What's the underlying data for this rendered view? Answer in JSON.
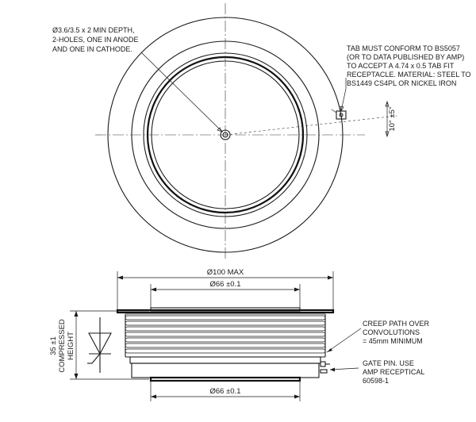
{
  "top_view": {
    "note_holes": [
      "Ø3.6/3.5 x 2 MIN DEPTH,",
      "2-HOLES, ONE IN ANODE",
      "AND ONE IN CATHODE."
    ],
    "note_tab": [
      "TAB MUST CONFORM TO BS5057",
      "(OR TO DATA PUBLISHED BY AMP)",
      "TO ACCEPT A 4.74 x 0.5 TAB FIT",
      "RECEPTACLE. MATERIAL: STEEL TO",
      "BS1449 CS4PL OR NICKEL IRON"
    ],
    "angle_label": "10° ±5°"
  },
  "side_view": {
    "dim_overall": "Ø100 MAX",
    "dim_top_contact": "Ø66 ±0.1",
    "dim_bottom_contact": "Ø66 ±0.1",
    "height_label": [
      "35 ±1",
      "COMPRESSED",
      "HEIGHT"
    ],
    "note_creep": [
      "CREEP PATH OVER",
      "CONVOLUTIONS",
      "= 45mm MINIMUM"
    ],
    "note_gate": [
      "GATE PIN. USE",
      "AMP RECEPTICAL",
      "60598-1"
    ]
  }
}
